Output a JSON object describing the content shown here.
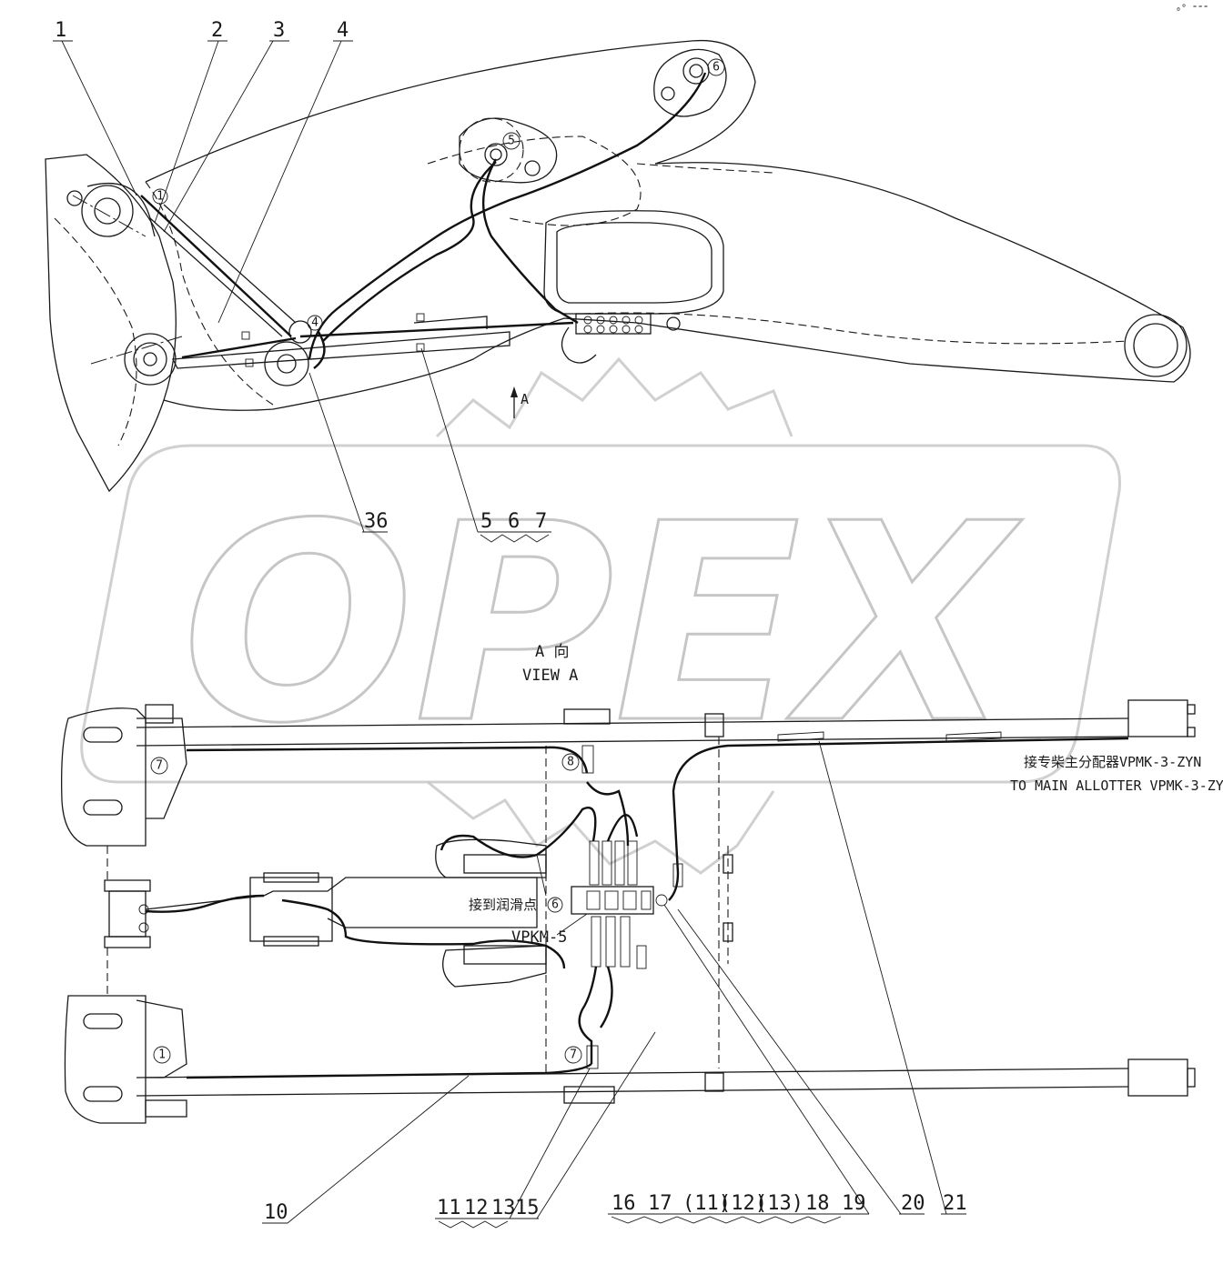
{
  "watermark": {
    "text": "OPEX",
    "color": "#bdbdbd"
  },
  "line_color": "#1a1a1a",
  "top_view": {
    "part_numbers_top": [
      "1",
      "2",
      "3",
      "4"
    ],
    "part_number_36": "36",
    "part_group_567": [
      "5",
      "6",
      "7"
    ],
    "lube_point_markers": [
      "1",
      "4",
      "5",
      "6"
    ],
    "view_arrow_label": "A"
  },
  "view_a": {
    "title_cn": "A 向",
    "title_en": "VIEW A",
    "lube_point_markers": [
      "7",
      "8",
      "1",
      "7"
    ],
    "distributor_label": "VPKM-5",
    "connect_lube_point_cn": "接到润滑点",
    "connect_lube_point_marker": "6",
    "main_allotter_cn": "接专柴主分配器VPMK-3-ZYN",
    "main_allotter_en": "TO MAIN ALLOTTER VPMK-3-ZYN"
  },
  "bottom_callouts": {
    "part_10": "10",
    "group_a": [
      "11",
      "12",
      "13",
      "15"
    ],
    "group_b": [
      "16",
      "17",
      "(11)",
      "(12)",
      "(13)",
      "18",
      "19"
    ],
    "part_20": "20",
    "part_21": "21"
  },
  "corner_mark": "₀° ⁼⁼⁼"
}
